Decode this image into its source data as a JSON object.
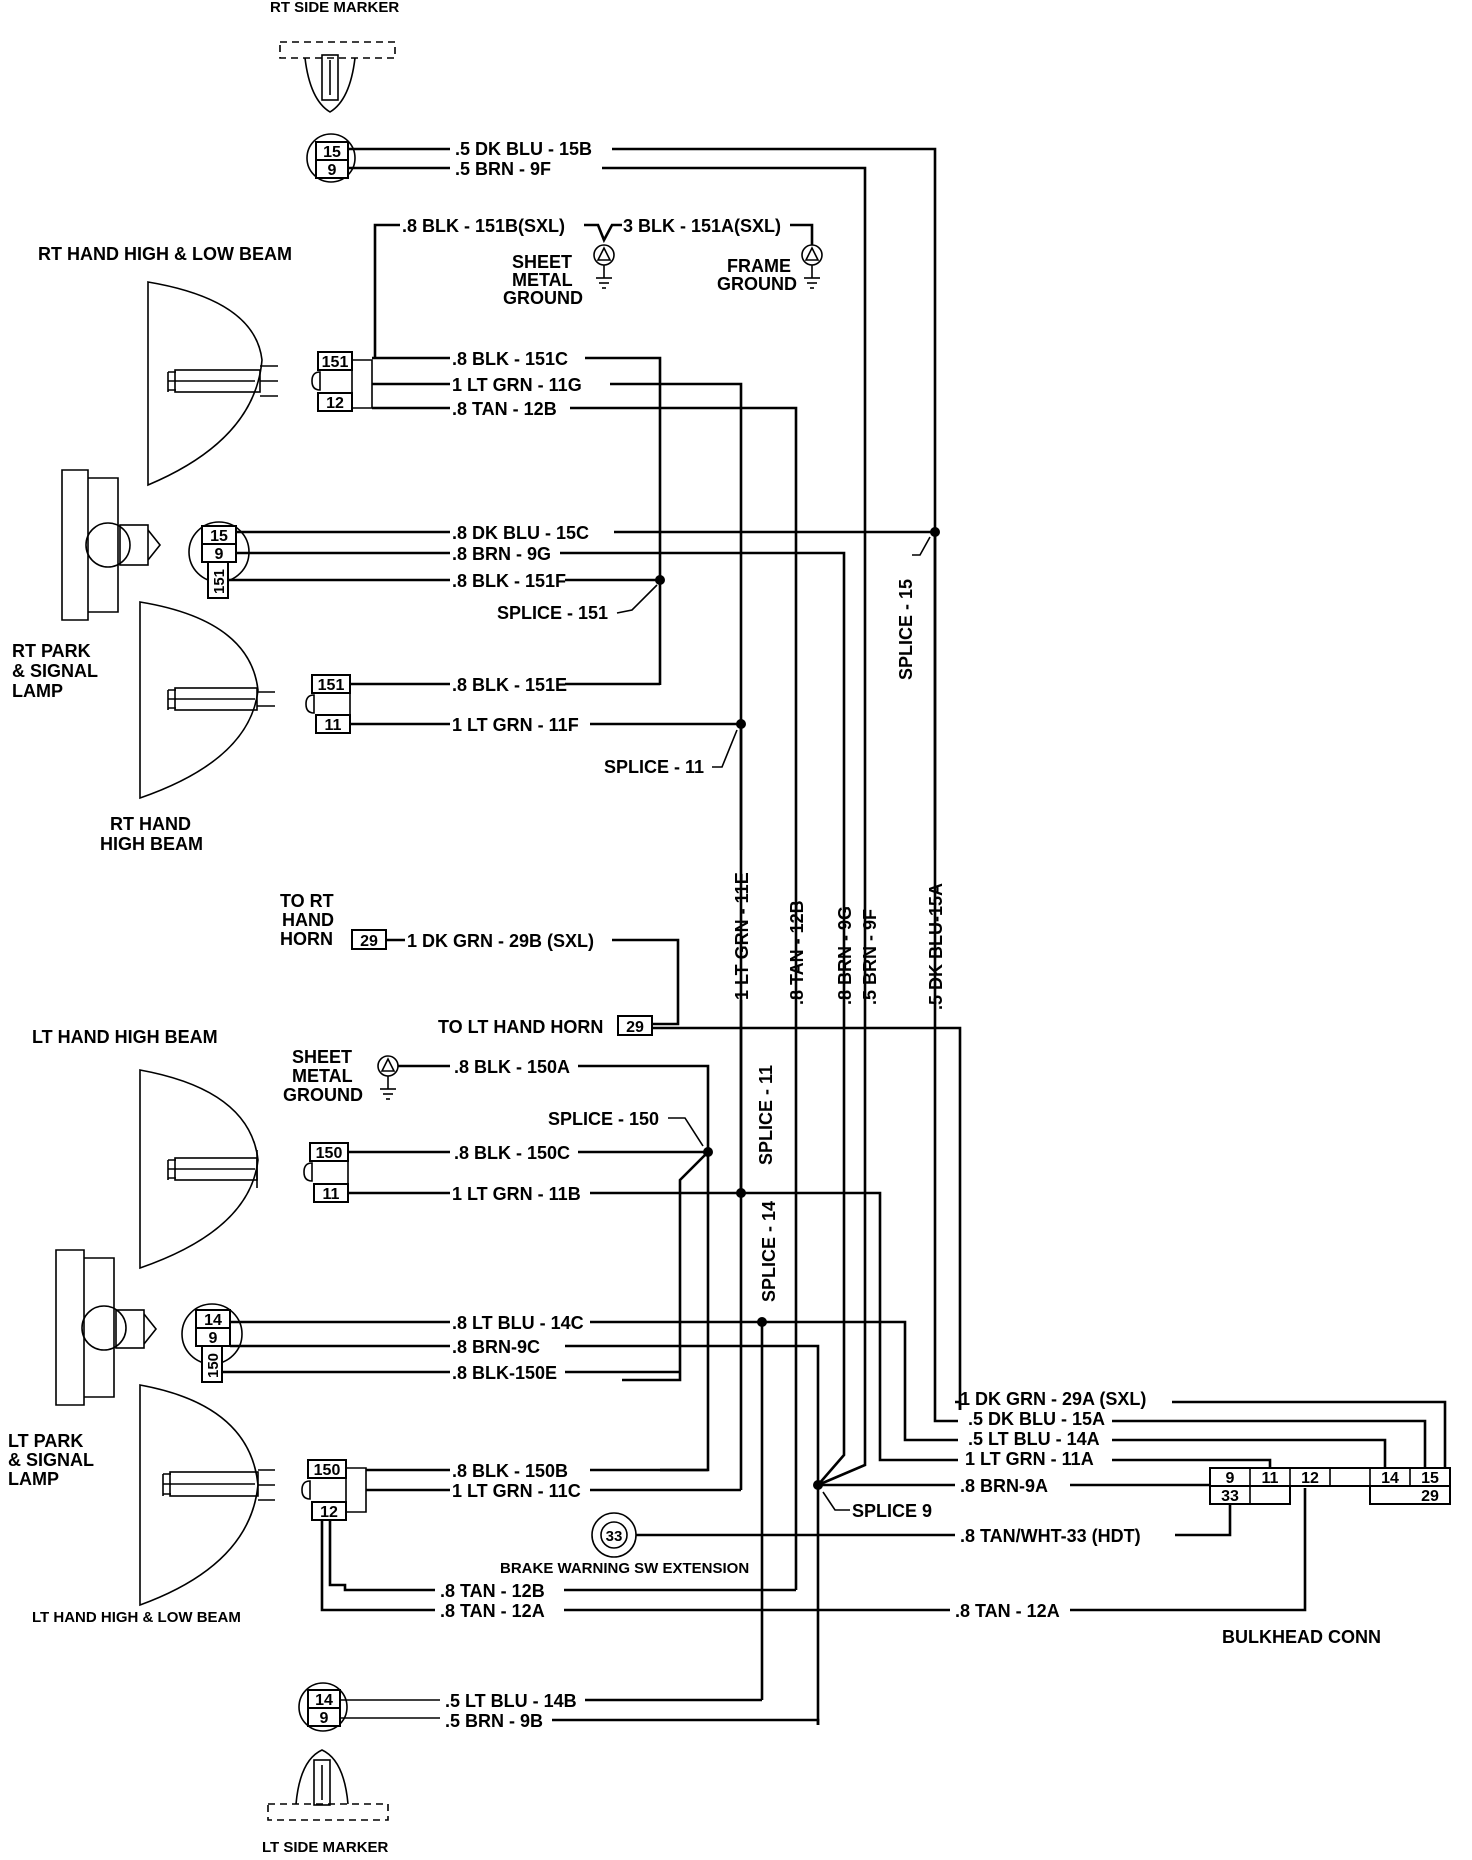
{
  "components": {
    "rt_side_marker": "RT SIDE MARKER",
    "lt_side_marker": "LT SIDE MARKER",
    "rt_hi_lo": "RT HAND HIGH & LOW BEAM",
    "rt_park_1": "RT PARK",
    "rt_park_2": "& SIGNAL",
    "rt_park_3": "LAMP",
    "rt_high_1": "RT HAND",
    "rt_high_2": "HIGH BEAM",
    "lt_high": "LT HAND HIGH BEAM",
    "lt_park_1": "LT PARK",
    "lt_park_2": "& SIGNAL",
    "lt_park_3": "LAMP",
    "lt_hi_lo": "LT HAND HIGH & LOW BEAM",
    "to_rt_horn_1": "TO RT",
    "to_rt_horn_2": "HAND",
    "to_rt_horn_3": "HORN",
    "to_lt_horn": "TO LT HAND HORN",
    "sheet_metal_1": "SHEET",
    "sheet_metal_2": "METAL",
    "sheet_metal_3": "GROUND",
    "frame_1": "FRAME",
    "frame_2": "GROUND",
    "brake_sw": "BRAKE WARNING SW EXTENSION",
    "bulkhead": "BULKHEAD CONN"
  },
  "wires": {
    "w15b": ".5 DK BLU - 15B",
    "w9f": ".5 BRN - 9F",
    "w151b": ".8 BLK - 151B(SXL)",
    "w151a": "3 BLK - 151A(SXL)",
    "w151c": ".8 BLK - 151C",
    "w11g": "1 LT GRN - 11G",
    "w12b_top": ".8 TAN - 12B",
    "w15c": ".8 DK BLU - 15C",
    "w9g": ".8 BRN - 9G",
    "w151f": ".8 BLK - 151F",
    "w151e": ".8 BLK - 151E",
    "w11f": "1 LT GRN - 11F",
    "w29b": "1 DK GRN - 29B (SXL)",
    "w150a": ".8 BLK - 150A",
    "w150c": ".8 BLK - 150C",
    "w11b": "1 LT GRN - 11B",
    "w14c": ".8 LT BLU - 14C",
    "w9c": ".8  BRN-9C",
    "w150e": ".8  BLK-150E",
    "w150b": ".8 BLK - 150B",
    "w11c": "1 LT GRN - 11C",
    "w12b_bot": ".8 TAN - 12B",
    "w12a_bot": ".8 TAN - 12A",
    "w14b": ".5 LT BLU - 14B",
    "w9b": ".5 BRN - 9B",
    "w29a": "1 DK GRN - 29A (SXL)",
    "w15a": ".5 DK BLU - 15A",
    "w14a": ".5 LT BLU - 14A",
    "w11a": "1 LT GRN - 11A",
    "w9a": ".8 BRN-9A",
    "w33": ".8 TAN/WHT-33 (HDT)",
    "w12a": ".8 TAN - 12A",
    "v11e": "1 LT GRN - 11E",
    "v12b": ".8 TAN - 12B",
    "v9g": ".8 BRN - 9G",
    "v9f": ".5 BRN - 9F",
    "v15a": ".5 DK BLU-15A"
  },
  "splices": {
    "s151": "SPLICE - 151",
    "s11_top": "SPLICE - 11",
    "s15": "SPLICE - 15",
    "s150": "SPLICE - 150",
    "s11_bot": "SPLICE - 11",
    "s14": "SPLICE - 14",
    "s9": "SPLICE 9"
  },
  "pins": {
    "p15": "15",
    "p9": "9",
    "p151": "151",
    "p12": "12",
    "p11": "11",
    "p29": "29",
    "p150": "150",
    "p14": "14",
    "p33": "33"
  }
}
